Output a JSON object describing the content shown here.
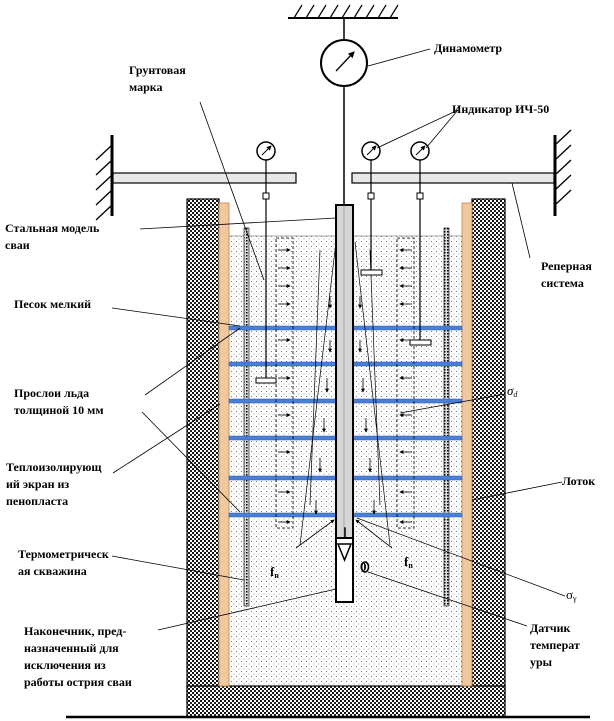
{
  "labels": {
    "dynamometer": "Динамометр",
    "soil_mark": [
      "Грунтовая",
      "марка"
    ],
    "indicator": "Индикатор ИЧ-50",
    "steel_pile": [
      "Стальная модель",
      "сваи"
    ],
    "reference_system": [
      "Реперная",
      "система"
    ],
    "fine_sand": "Песок мелкий",
    "ice_layers": [
      "Прослои льда",
      "толщиной 10 мм"
    ],
    "insulating_screen": [
      "Теплоизолирующ",
      "ий экран из",
      "пенопласта"
    ],
    "thermometric_well": [
      "Термометрическ",
      "ая скважина"
    ],
    "tray": "Лоток",
    "tip": [
      "Наконечник, пред-",
      "назначенный для",
      "исключения из",
      "работы острия сваи"
    ],
    "temp_sensor": [
      "Датчик",
      "температ",
      "уры"
    ]
  },
  "symbols": {
    "sigma_d": {
      "base": "σ",
      "sub": "d"
    },
    "sigma_y": {
      "base": "σ",
      "sub": "γ"
    },
    "f_left": {
      "base": "f",
      "sub": "n"
    },
    "f_right": {
      "base": "f",
      "sub": "n"
    },
    "zero": "0"
  },
  "colors": {
    "ice_layer": "#4a7fd6",
    "insulation": "#f0c8a0",
    "sand_dots": "#555555",
    "hatch": "#000000"
  }
}
